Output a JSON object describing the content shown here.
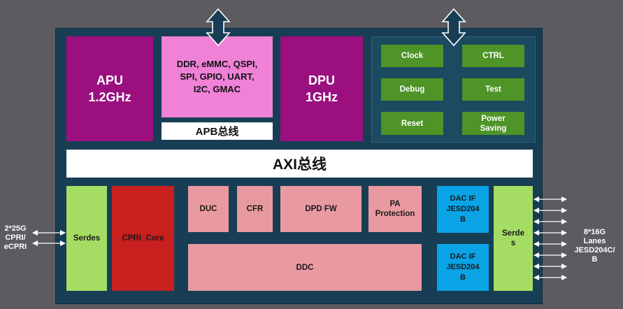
{
  "apu": "APU\n1.2GHz",
  "peripherals": "DDR, eMMC, QSPI,\nSPI, GPIO, UART,\nI2C, GMAC",
  "apb_bus": "APB总线",
  "dpu": "DPU\n1GHz",
  "control_blocks": {
    "clock": "Clock",
    "ctrl": "CTRL",
    "debug": "Debug",
    "test": "Test",
    "reset": "Reset",
    "power_saving": "Power\nSaving"
  },
  "axi_bus": "AXI总线",
  "serdes_left": "Serdes",
  "cpri_core": "CPRI_Core",
  "duc": "DUC",
  "cfr": "CFR",
  "dpd_fw": "DPD FW",
  "pa_protection": "PA\nProtection",
  "ddc": "DDC",
  "dac_if_top": "DAC IF\nJESD204\nB",
  "dac_if_bottom": "DAC IF\nJESD204\nB",
  "serdes_right": "Serde\ns",
  "left_interface": "2*25G\nCPRI/\neCPRI",
  "right_interface": "8*16G\nLanes\nJESD204C/\nB",
  "colors": {
    "background": "#5b5b60",
    "board": "#173e54",
    "cpu_blocks": "#9b0f7f",
    "peripheral_block": "#ef82d7",
    "control_blocks": "#4e9426",
    "serdes": "#a5dc63",
    "cpri_core": "#c81f1f",
    "dsp_blocks": "#e99aa1",
    "dac_if": "#0aa3e6"
  }
}
